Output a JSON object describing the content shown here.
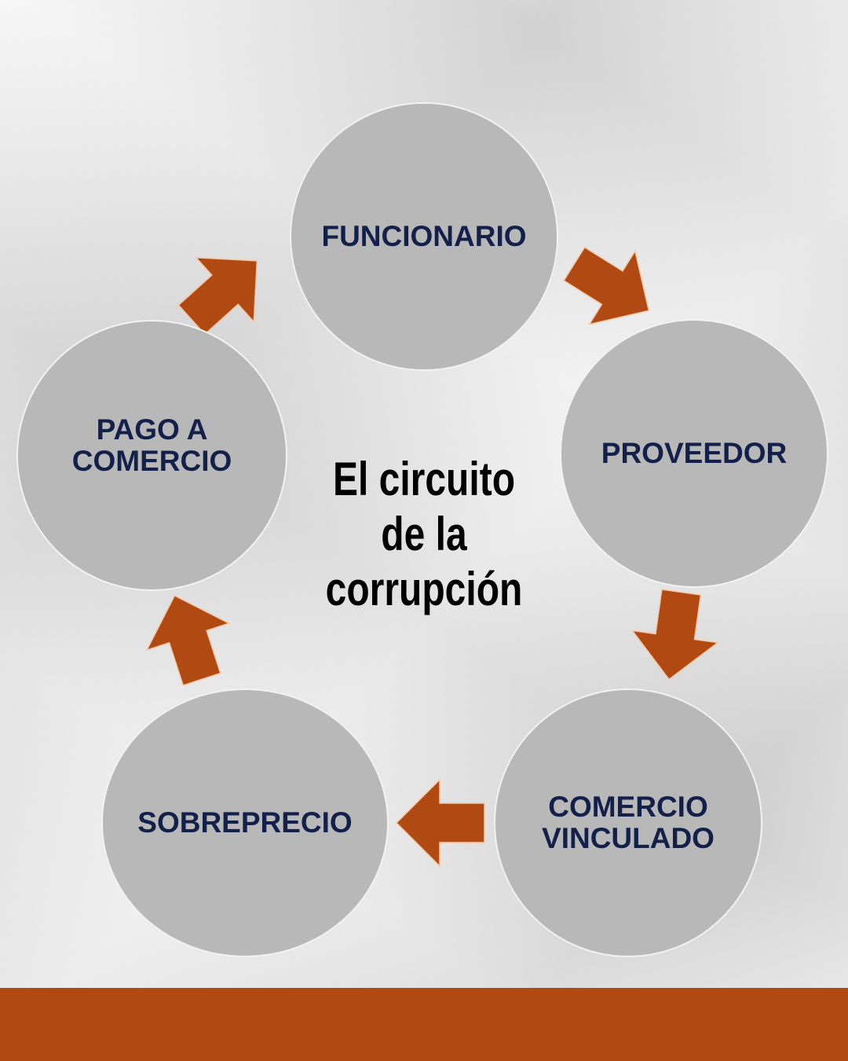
{
  "title": [
    "El circuito",
    "de la",
    "corrupción"
  ],
  "nodes": [
    {
      "label": "FUNCIONARIO"
    },
    {
      "label": "PROVEEDOR"
    },
    {
      "label": "COMERCIO\nVINCULADO"
    },
    {
      "label": "SOBREPRECIO"
    },
    {
      "label": "PAGO A\nCOMERCIO"
    }
  ],
  "colors": {
    "accent": "#b04a12",
    "circle": "#b8b8b8",
    "text": "#13204a"
  }
}
